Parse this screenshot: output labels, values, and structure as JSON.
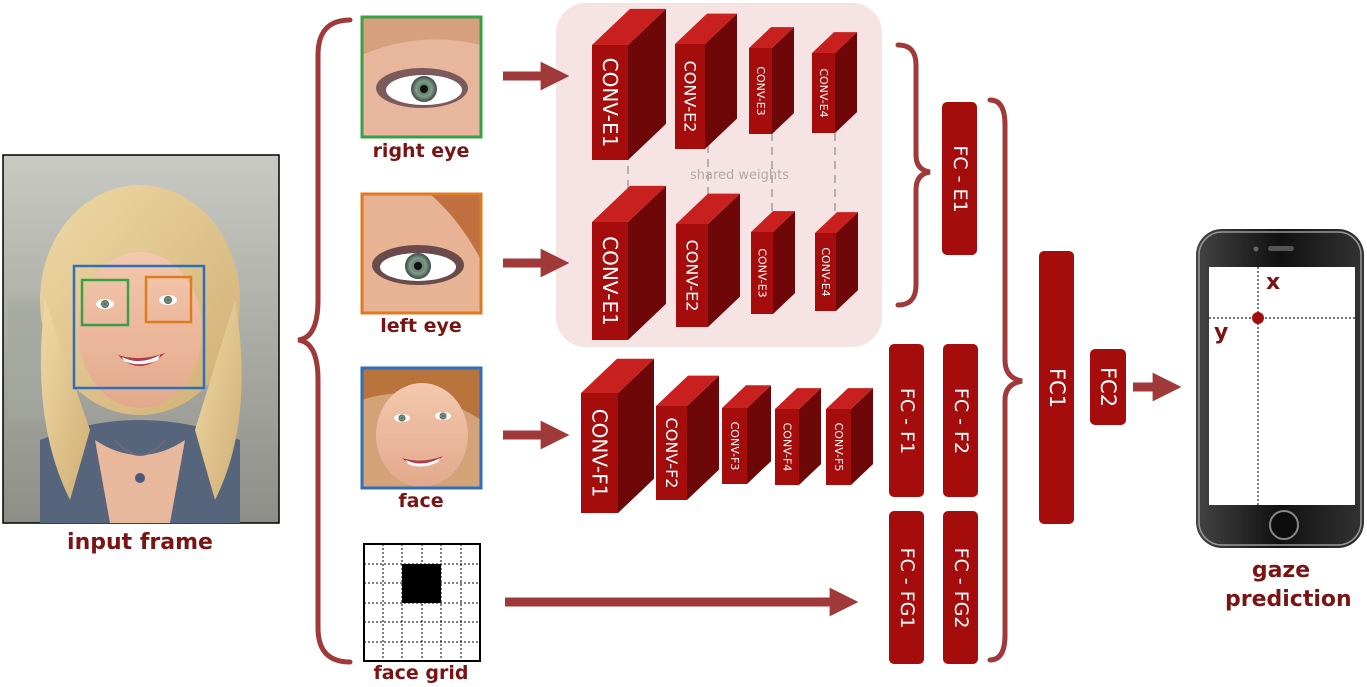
{
  "inputs": {
    "input_frame": "input frame",
    "right_eye": "right eye",
    "left_eye": "left eye",
    "face": "face",
    "face_grid": "face grid"
  },
  "eye_stream": {
    "top": [
      "CONV-E1",
      "CONV-E2",
      "CONV-E3",
      "CONV-E4"
    ],
    "bottom": [
      "CONV-E1",
      "CONV-E2",
      "CONV-E3",
      "CONV-E4"
    ],
    "shared_weights": "shared weights"
  },
  "face_stream": [
    "CONV-F1",
    "CONV-F2",
    "CONV-F3",
    "CONV-F4",
    "CONV-F5"
  ],
  "fc_layers": {
    "fc_e1": "FC - E1",
    "fc_f1": "FC - F1",
    "fc_f2": "FC - F2",
    "fc_fg1": "FC - FG1",
    "fc_fg2": "FC - FG2",
    "fc1": "FC1",
    "fc2": "FC2"
  },
  "output": {
    "label": "gaze prediction",
    "x_label": "x",
    "y_label": "y"
  },
  "colors": {
    "accent": "#a50d0d",
    "bracket": "#a03a3a",
    "right_eye_box": "#3aa048",
    "left_eye_box": "#e07a20",
    "face_box": "#2e6fb8"
  }
}
